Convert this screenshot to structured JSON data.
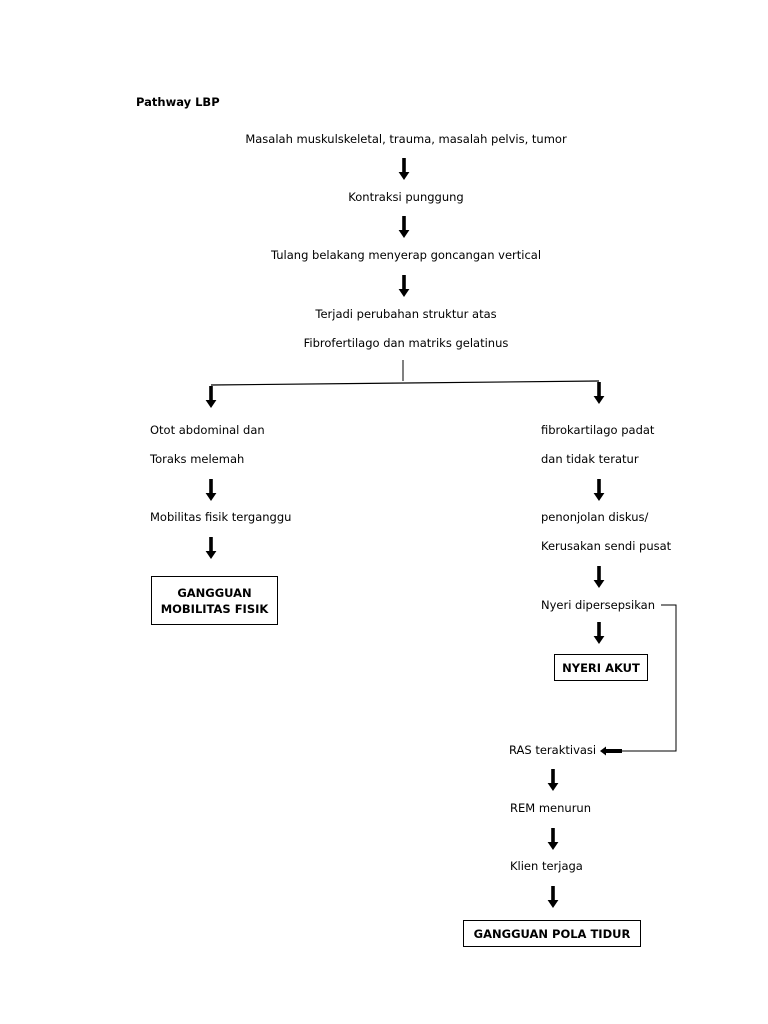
{
  "title": "Pathway LBP",
  "nodes": {
    "cause": "Masalah muskulskeletal, trauma, masalah pelvis, tumor",
    "contraction": "Kontraksi punggung",
    "spine_absorb": "Tulang belakang menyerap goncangan vertical",
    "structure_change_1": "Terjadi perubahan struktur atas",
    "structure_change_2": "Fibrofertilago dan matriks gelatinus",
    "left": {
      "weak_1": "Otot abdominal dan",
      "weak_2": "Toraks melemah",
      "mobility": "Mobilitas fisik terganggu",
      "diagnosis_1": "GANGGUAN",
      "diagnosis_2": "MOBILITAS FISIK"
    },
    "right": {
      "fibro_1": "fibrokartilago padat",
      "fibro_2": "dan tidak teratur",
      "disc_1": "penonjolan diskus/",
      "disc_2": "Kerusakan sendi pusat",
      "pain_perceived": "Nyeri dipersepsikan",
      "diagnosis_pain": "NYERI AKUT",
      "ras": "RAS teraktivasi",
      "rem": "REM menurun",
      "awake": "Klien terjaga",
      "diagnosis_sleep": "GANGGUAN POLA TIDUR"
    }
  }
}
